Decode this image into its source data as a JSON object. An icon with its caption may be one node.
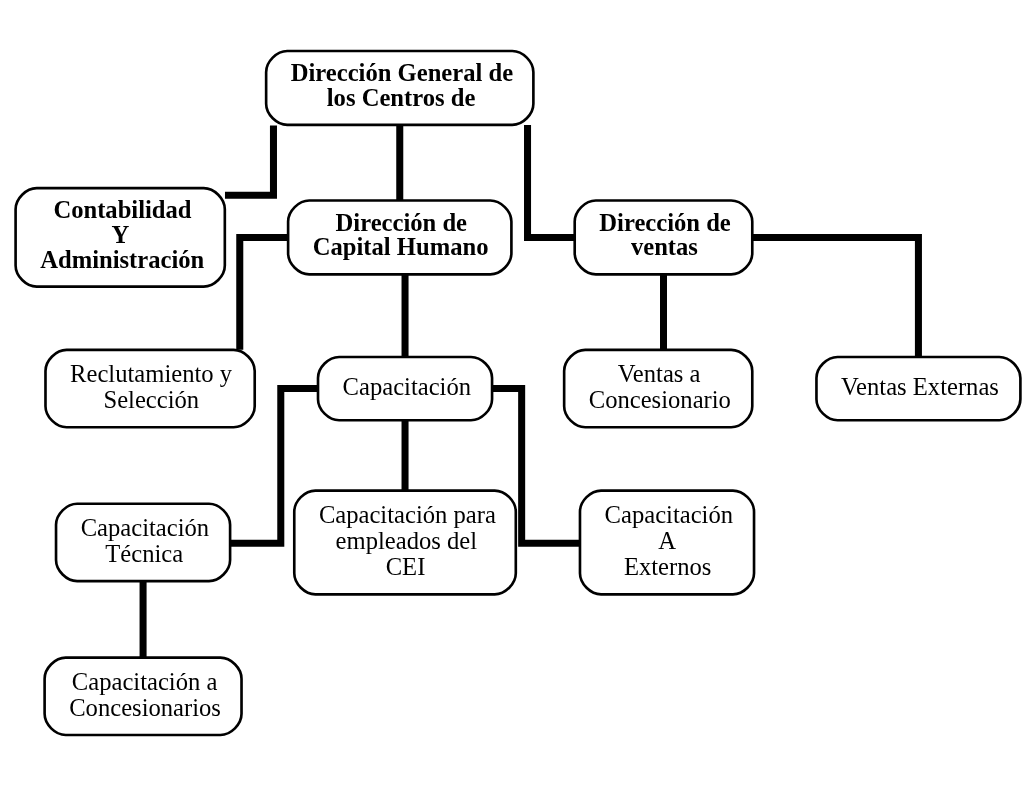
{
  "diagram": {
    "nodes": [
      {
        "text": [
          "Dirección General de los Centros de"
        ]
      },
      {
        "text": [
          "Contabilidad Y Administración"
        ]
      },
      {
        "text": [
          "Dirección de Capital Humano"
        ]
      },
      {
        "text": [
          "Dirección de ventas"
        ]
      },
      {
        "text": [
          "Reclutamiento y Selección"
        ]
      },
      {
        "text": [
          "Capacitación"
        ]
      },
      {
        "text": [
          "Ventas a Concesionario"
        ]
      },
      {
        "text": [
          "Ventas Externas"
        ]
      },
      {
        "text": [
          "Capacitación Técnica"
        ]
      },
      {
        "text": [
          "Capacitación para empleados del CEI"
        ]
      },
      {
        "text": [
          "Capacitación a Concesionarios"
        ]
      },
      {
        "text": [
          "Capacitación A Externos"
        ]
      }
    ],
    "edges": [
      {
        "from": 0,
        "to": 1,
        "arrow": "none"
      },
      {
        "from": 0,
        "to": 2,
        "arrow": "none"
      },
      {
        "from": 0,
        "to": 3,
        "arrow": "none"
      },
      {
        "from": 2,
        "to": 4,
        "arrow": "none"
      },
      {
        "from": 2,
        "to": 5,
        "arrow": "none"
      },
      {
        "from": 3,
        "to": 6,
        "arrow": "none"
      },
      {
        "from": 3,
        "to": 7,
        "arrow": "none"
      },
      {
        "from": 5,
        "to": 8,
        "arrow": "none"
      },
      {
        "from": 5,
        "to": 9,
        "arrow": "none"
      },
      {
        "from": 5,
        "to": 11,
        "arrow": "none"
      },
      {
        "from": 8,
        "to": 10,
        "arrow": "none"
      }
    ]
  }
}
